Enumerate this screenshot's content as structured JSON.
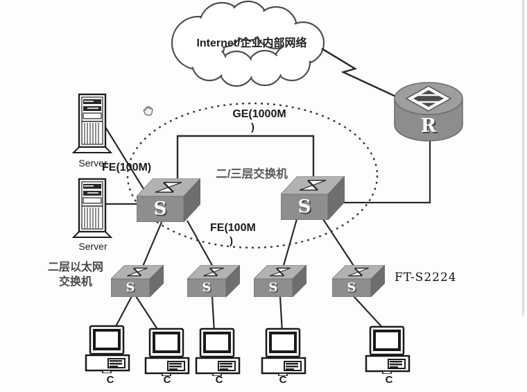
{
  "diagram_title": "enterprise-network-topology",
  "cloud": {
    "label": "Internet/企业内部网络"
  },
  "router": {
    "letter": "R"
  },
  "switch_letter": "S",
  "links": {
    "ge_label": "GE(1000M",
    "ge_paren": ")",
    "fe_server_label": "FE(100M)",
    "fe_mid_label": "FE(100M",
    "fe_mid_paren": ")"
  },
  "labels": {
    "core_switch": "二/三层交换机",
    "access_switch_line1": "二层以太网",
    "access_switch_line2": "交换机",
    "model": "FT-S2224"
  },
  "servers": [
    {
      "label": "Server"
    },
    {
      "label": "Server"
    }
  ],
  "computers": [
    {
      "label": "C"
    },
    {
      "label": "C"
    },
    {
      "label": "C"
    },
    {
      "label": "C"
    },
    {
      "label": "C"
    }
  ],
  "colors": {
    "line": "#2a2a2a",
    "dashed_ellipse": "#3a3a3a",
    "device_top": "#b2b2b2",
    "device_front": "#8e8e8e",
    "device_side": "#6e6e6e",
    "router_body": "#8d8d8d",
    "router_top": "#9e9e9e",
    "background": "#fdfdfd"
  }
}
